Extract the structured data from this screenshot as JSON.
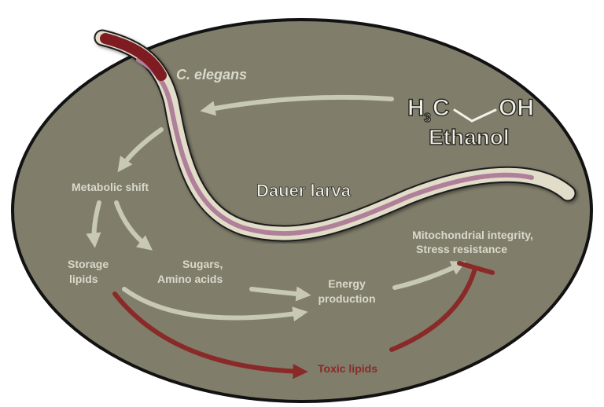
{
  "organism": "C. elegans",
  "molecule": {
    "h": "H",
    "sub": "3",
    "c": "C",
    "oh": "OH",
    "name": "Ethanol"
  },
  "dauer": "Dauer larva",
  "metabolic_shift": "Metabolic shift",
  "storage_lipids": [
    "Storage",
    "lipids"
  ],
  "sugars": [
    "Sugars,",
    "Amino acids"
  ],
  "energy": [
    "Energy",
    "production"
  ],
  "mito": [
    "Mitochondrial integrity,",
    "Stress resistance"
  ],
  "toxic": "Toxic lipids",
  "colors": {
    "background_oval": "#807d6a",
    "oval_border": "#121212",
    "arrow": "#c8c8b6",
    "label": "#d9d9cc",
    "inhibitory": "#8a2a28",
    "worm_body": "#e2ddc9",
    "worm_gut": "#b0809a",
    "worm_head": "#7e1c20"
  }
}
